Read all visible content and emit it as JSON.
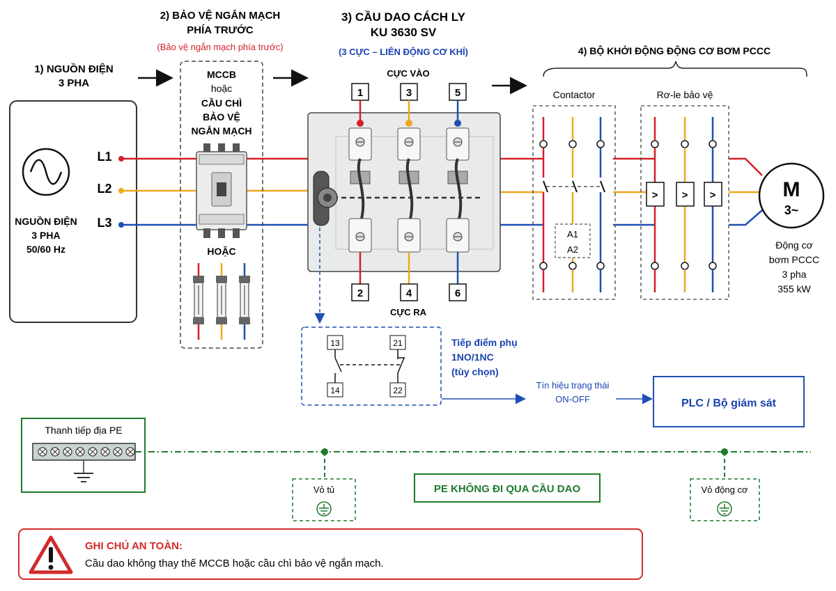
{
  "colors": {
    "L1": "#d42027",
    "L2": "#f0a81c",
    "L3": "#1f4fb3",
    "pe": "#1f7a2e",
    "blue_text": "#1a43b0",
    "warn": "#d32a2a",
    "box_fill": "#eeeeee",
    "switch_fill": "#e9eaea"
  },
  "source": {
    "header_line1": "1) NGUỒN ĐIỆN",
    "header_line2": "3 PHA",
    "box_line1": "NGUỒN ĐIỆN",
    "box_line2": "3 PHA",
    "box_line3": "50/60 Hz",
    "icon": "ac-sine-icon",
    "phases": [
      "L1",
      "L2",
      "L3"
    ]
  },
  "protection": {
    "header_line1": "2) BẢO VỆ NGẮN MẠCH",
    "header_line2": "PHÍA TRƯỚC",
    "subheader": "(Bảo vệ ngắn mạch phía trước)",
    "mccb_line1": "MCCB",
    "mccb_line2": "hoặc",
    "mccb_line3": "CẦU CHÌ",
    "mccb_line4": "BẢO VỆ",
    "mccb_line5": "NGẮN MẠCH",
    "or_label": "HOẶC"
  },
  "isolator": {
    "header_line1": "3) CẦU DAO CÁCH LY",
    "header_line2": "KU 3630 SV",
    "subheader": "(3 CỰC  –  LIÊN ĐỘNG CƠ KHÍ)",
    "in_label": "CỰC VÀO",
    "out_label": "CỰC RA",
    "top_terminals": [
      "1",
      "3",
      "5"
    ],
    "bottom_terminals": [
      "2",
      "4",
      "6"
    ]
  },
  "aux_contacts": {
    "terminals_top": [
      "13",
      "21"
    ],
    "terminals_bottom": [
      "14",
      "22"
    ],
    "label_line1": "Tiếp điểm phụ",
    "label_line2": "1NO/1NC",
    "label_line3": "(tùy chọn)",
    "signal_line1": "Tín hiệu trạng thái",
    "signal_line2": "ON-OFF",
    "plc_label": "PLC / Bộ giám sát"
  },
  "starter": {
    "header": "4) BỘ KHỞI ĐỘNG ĐỘNG CƠ BƠM PCCC",
    "contactor_label": "Contactor",
    "coil_a1": "A1",
    "coil_a2": "A2",
    "relay_label": "Rơ-le bảo vệ",
    "relay_symbol": ">"
  },
  "motor": {
    "symbol": "M",
    "phase": "3~",
    "line1": "Động cơ",
    "line2": "bơm PCCC",
    "line3": "3 pha",
    "line4": "355 kW"
  },
  "earthing": {
    "bar_label": "Thanh tiếp địa PE",
    "cabinet_label": "Vỏ tủ",
    "motor_label": "Vỏ động cơ",
    "note": "PE KHÔNG ĐI QUA CẦU DAO"
  },
  "safety": {
    "title": "GHI CHÚ AN TOÀN:",
    "text": "Cầu dao không thay thế MCCB hoặc cầu chì bảo vệ ngắn mạch."
  }
}
